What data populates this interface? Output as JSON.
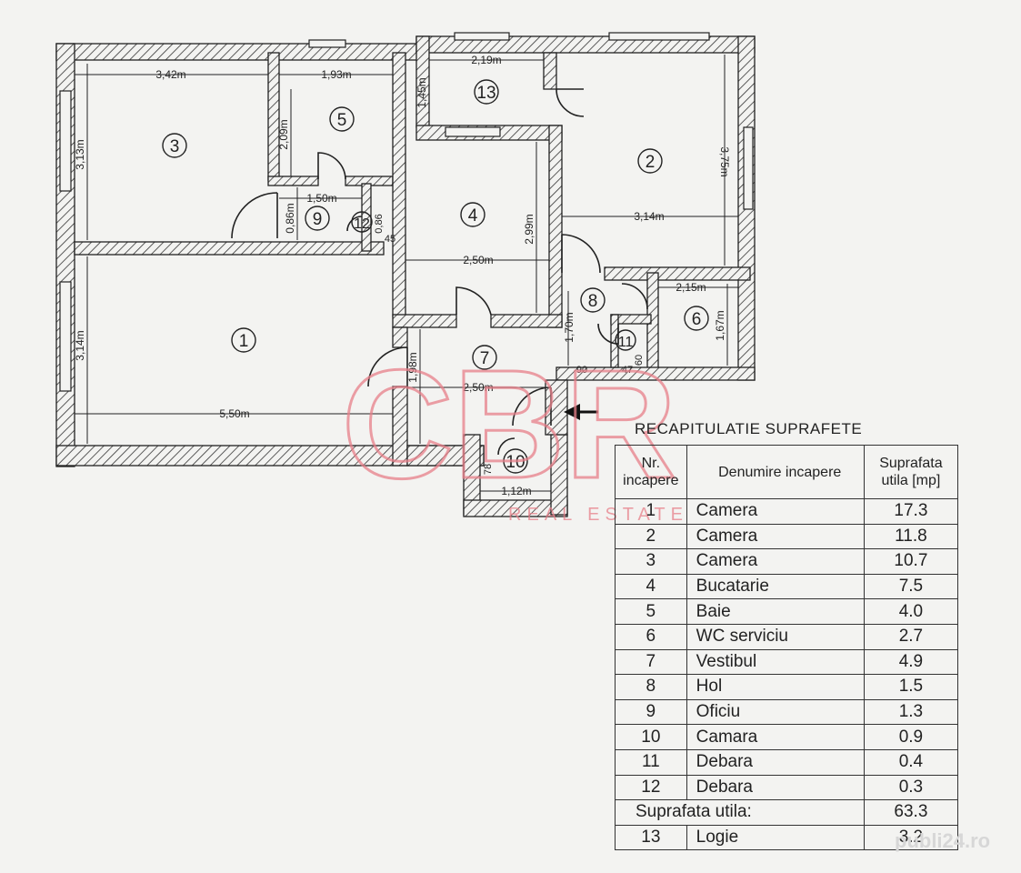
{
  "rooms": [
    {
      "num": "1"
    },
    {
      "num": "2"
    },
    {
      "num": "3"
    },
    {
      "num": "4"
    },
    {
      "num": "5"
    },
    {
      "num": "6"
    },
    {
      "num": "7"
    },
    {
      "num": "8"
    },
    {
      "num": "9"
    },
    {
      "num": "10"
    },
    {
      "num": "11"
    },
    {
      "num": "12"
    },
    {
      "num": "13"
    }
  ],
  "dims": {
    "r3_w": "3,42m",
    "r3_h": "3,13m",
    "r5_w": "1,93m",
    "r5_h": "2,09m",
    "r13_w": "2,19m",
    "r13_h": "1,45m",
    "r2_h": "3,75m",
    "r2_w": "3,14m",
    "r9_w": "1,50m",
    "r9_h": "0,86m",
    "r12_h": "0,86",
    "r12_w": "45",
    "r4_h": "2,99m",
    "r4_w": "2,50m",
    "r6_w": "2,15m",
    "r6_h": "1,67m",
    "r8_h": "1,70m",
    "r1_h": "3,14m",
    "r1_w": "5,50m",
    "r7_h": "1,98m",
    "r7_w": "2,50m",
    "r11_a": "90",
    "r11_b": "47",
    "r11_c": "60",
    "r10_h": "78",
    "r10_w": "1,12m"
  },
  "watermark": {
    "brand": "CBR",
    "sub": "REAL ESTATE"
  },
  "table": {
    "title": "RECAPITULATIE SUPRAFETE",
    "headers": {
      "nr": "Nr. incapere",
      "name": "Denumire incapere",
      "area": "Suprafata utila [mp]"
    },
    "rows": [
      {
        "nr": "1",
        "name": "Camera",
        "area": "17.3"
      },
      {
        "nr": "2",
        "name": "Camera",
        "area": "11.8"
      },
      {
        "nr": "3",
        "name": "Camera",
        "area": "10.7"
      },
      {
        "nr": "4",
        "name": "Bucatarie",
        "area": "7.5"
      },
      {
        "nr": "5",
        "name": "Baie",
        "area": "4.0"
      },
      {
        "nr": "6",
        "name": "WC serviciu",
        "area": "2.7"
      },
      {
        "nr": "7",
        "name": "Vestibul",
        "area": "4.9"
      },
      {
        "nr": "8",
        "name": "Hol",
        "area": "1.5"
      },
      {
        "nr": "9",
        "name": "Oficiu",
        "area": "1.3"
      },
      {
        "nr": "10",
        "name": "Camara",
        "area": "0.9"
      },
      {
        "nr": "11",
        "name": "Debara",
        "area": "0.4"
      },
      {
        "nr": "12",
        "name": "Debara",
        "area": "0.3"
      }
    ],
    "total_label": "Suprafata utila:",
    "total_value": "63.3",
    "extra": {
      "nr": "13",
      "name": "Logie",
      "area": "3.2"
    }
  },
  "site": "publi24.ro",
  "colors": {
    "wall_hatch": "#333333",
    "watermark": "#e8808a"
  }
}
